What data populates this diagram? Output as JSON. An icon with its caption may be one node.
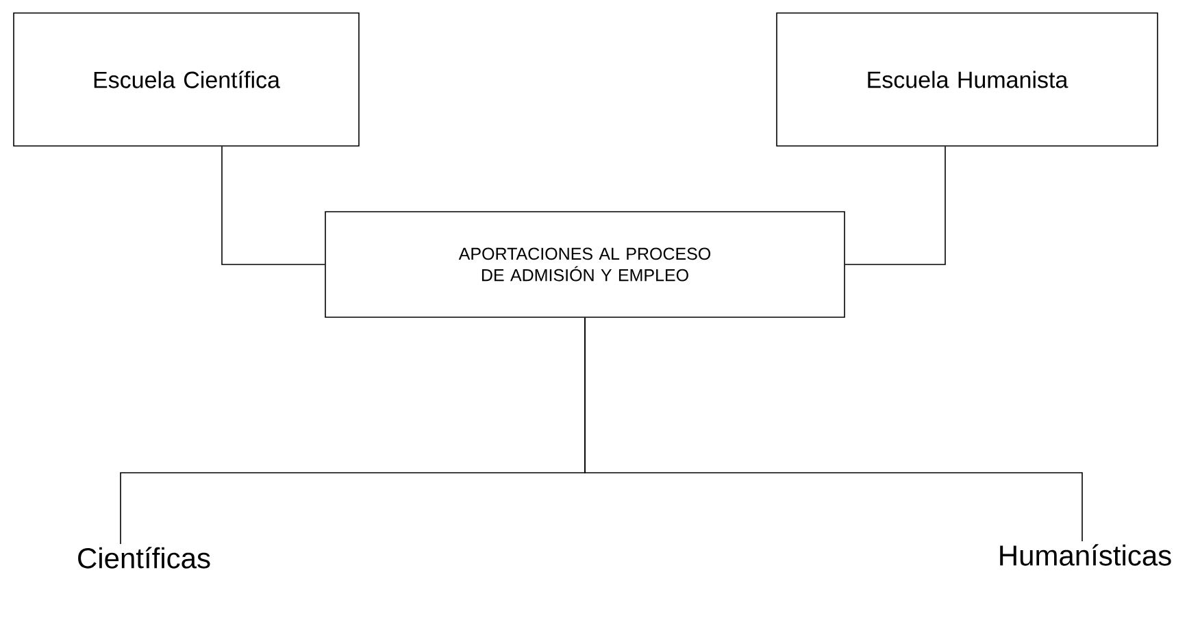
{
  "diagram": {
    "nodes": [
      {
        "text": [
          "Escuela Científica"
        ]
      },
      {
        "text": [
          "Escuela Humanista"
        ]
      },
      {
        "text": [
          "APORTACIONES AL PROCESO DE ADMISIÓN Y EMPLEO"
        ]
      },
      {
        "text": [
          "Científicas"
        ]
      },
      {
        "text": [
          "Humanísticas"
        ]
      }
    ],
    "edges": [
      {
        "from": 0,
        "to": 2,
        "arrow": "none"
      },
      {
        "from": 1,
        "to": 2,
        "arrow": "none"
      },
      {
        "from": 2,
        "to": 3,
        "arrow": "none"
      },
      {
        "from": 2,
        "to": 4,
        "arrow": "none"
      }
    ]
  }
}
